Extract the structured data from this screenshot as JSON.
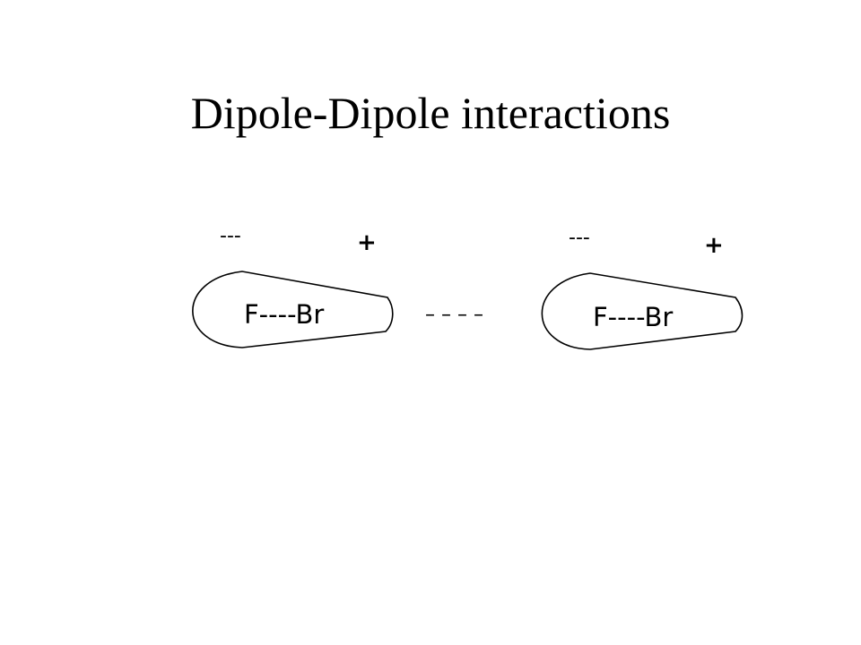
{
  "slide": {
    "title": "Dipole-Dipole interactions"
  },
  "diagram": {
    "stroke_color": "#000000",
    "molecules": [
      {
        "formula": "F----Br",
        "negative_label": "---",
        "positive_label": "+"
      },
      {
        "formula": "F----Br",
        "negative_label": "---",
        "positive_label": "+"
      }
    ],
    "interaction_label": "– – – –"
  }
}
